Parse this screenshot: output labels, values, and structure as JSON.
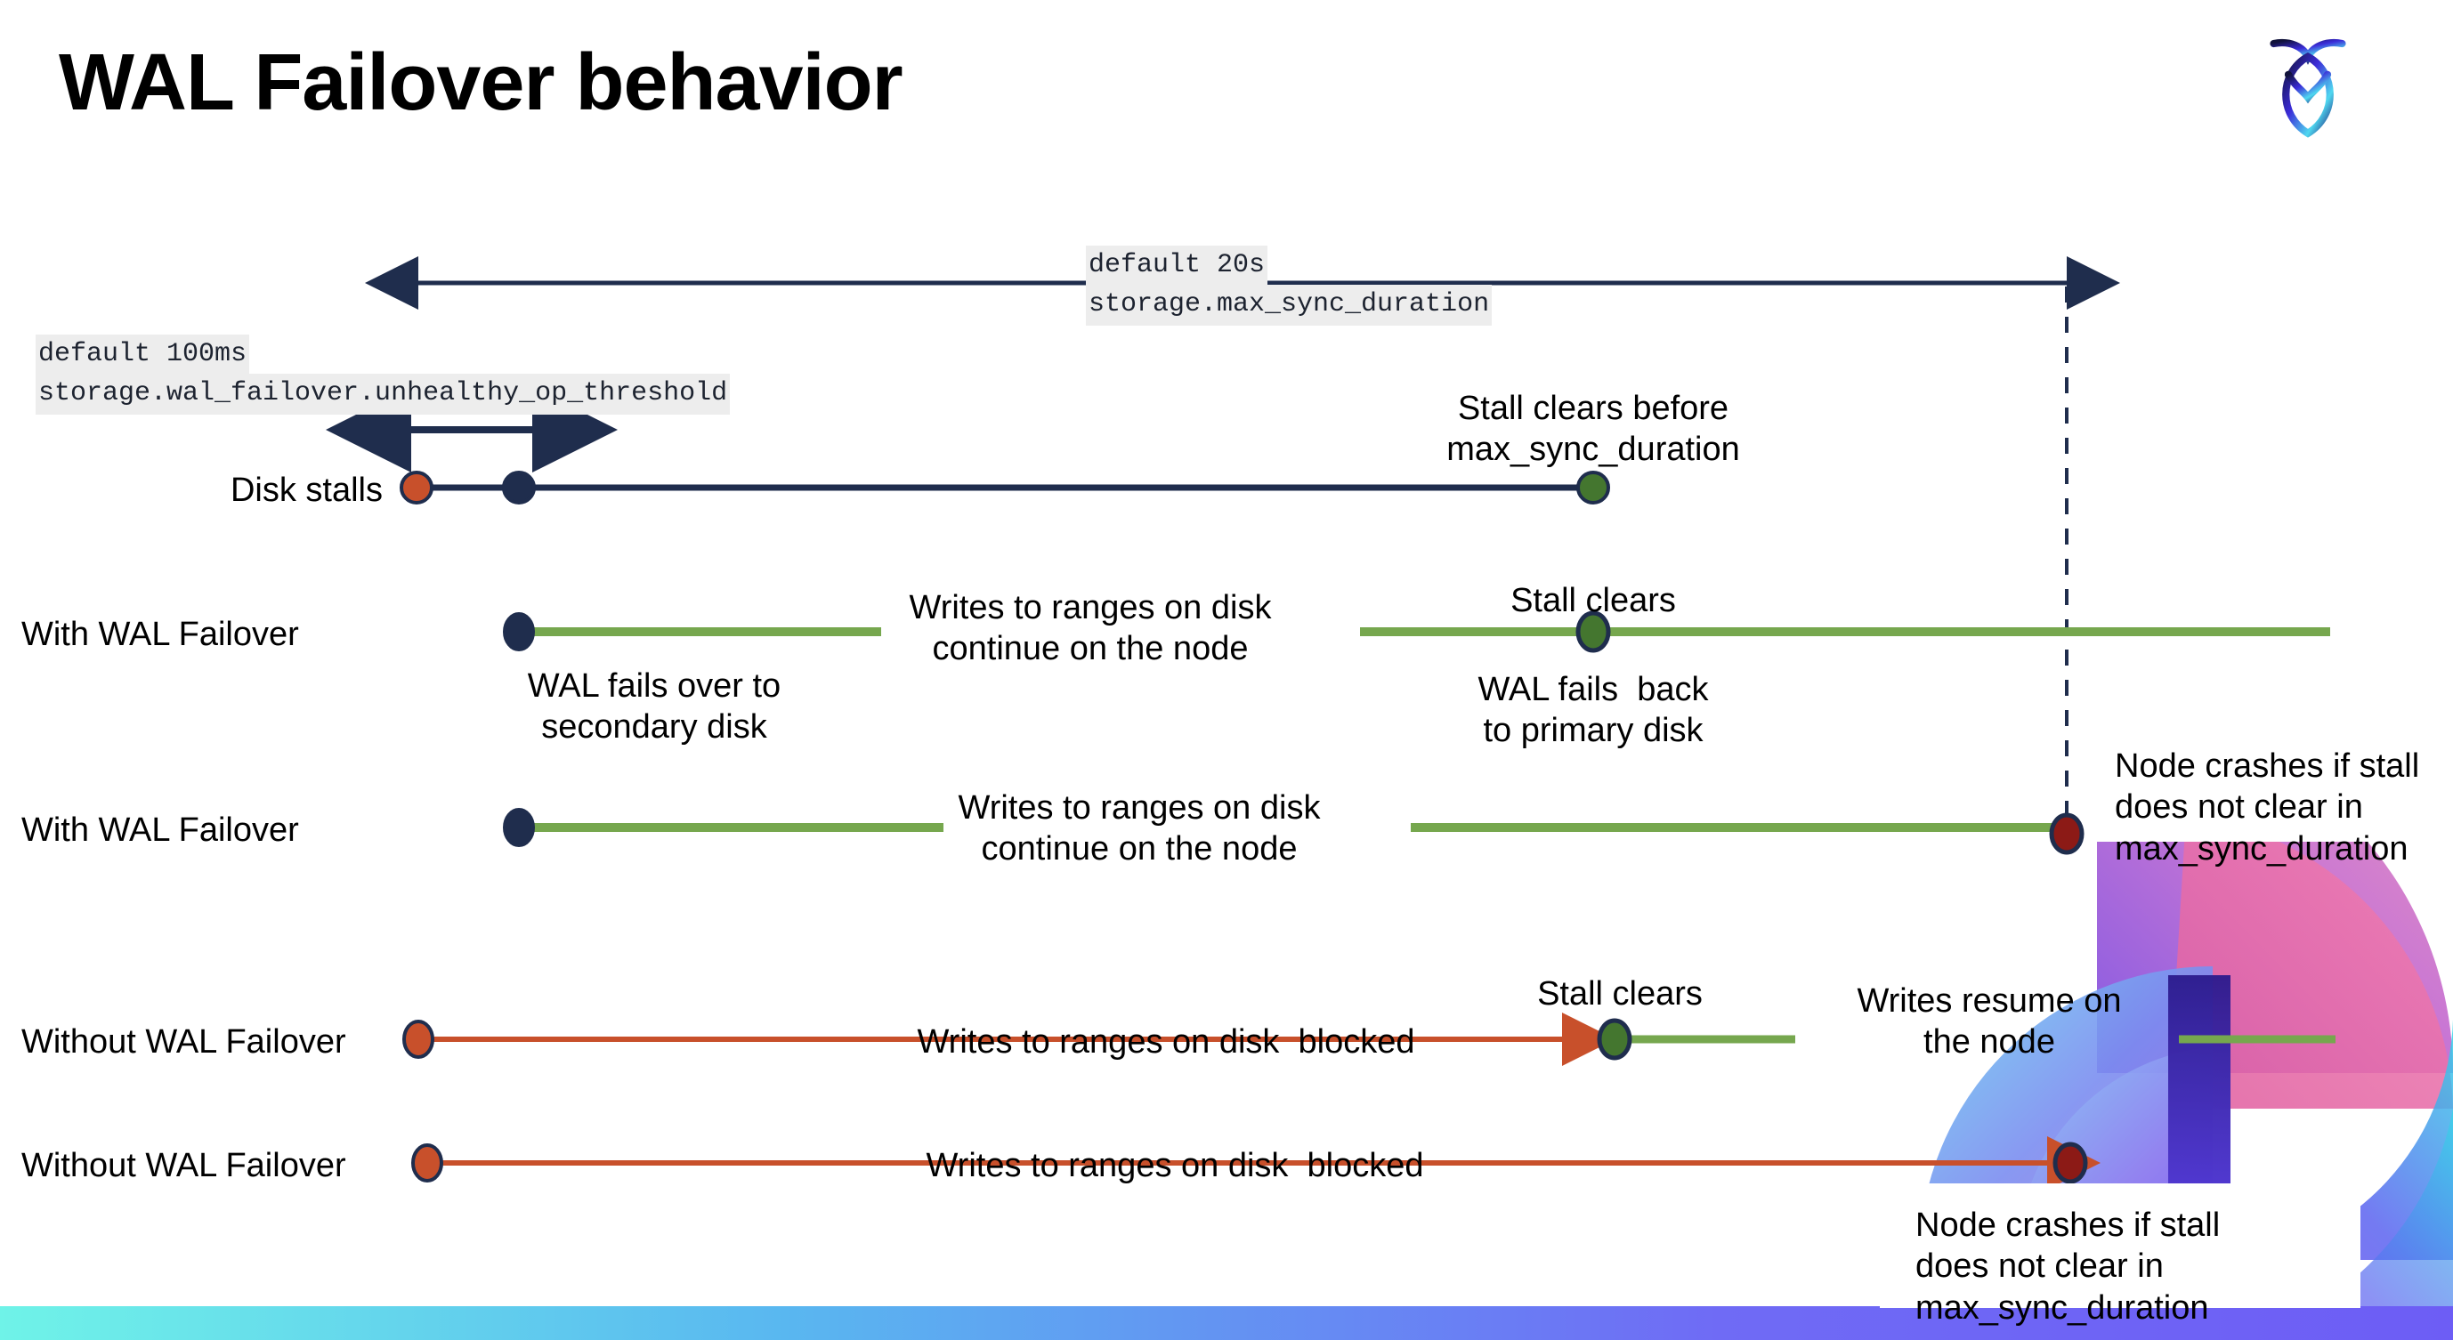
{
  "slide": {
    "title": "WAL Failover behavior",
    "logo_name": "cockroachdb-logo"
  },
  "colors": {
    "navy": "#1f2d4d",
    "green": "#76a74e",
    "green_marker": "#44762f",
    "orange": "#c8502b",
    "dark_red": "#8c1a16",
    "code_bg": "#ededed",
    "accent_gradient_start": "#6ff3e8",
    "accent_gradient_end": "#6d5df5"
  },
  "annotations": {
    "max_sync_default": "default 20s",
    "max_sync_setting": "storage.max_sync_duration",
    "unhealthy_default": "default 100ms",
    "unhealthy_setting": "storage.wal_failover.unhealthy_op_threshold"
  },
  "rows": [
    {
      "id": "disk-stalls",
      "label": "Disk stalls",
      "notes": [
        "Stall clears before\nmax_sync_duration"
      ]
    },
    {
      "id": "with-wal-failover-1",
      "label": "With WAL Failover",
      "notes": [
        "Writes to ranges on disk\ncontinue on the node",
        "Stall clears",
        "WAL fails over to\nsecondary disk",
        "WAL fails  back\nto primary disk"
      ]
    },
    {
      "id": "with-wal-failover-2",
      "label": "With WAL Failover",
      "notes": [
        "Writes to ranges on disk\ncontinue on the node",
        "Node crashes if stall\ndoes not clear in\nmax_sync_duration"
      ]
    },
    {
      "id": "without-wal-failover-1",
      "label": "Without WAL Failover",
      "notes": [
        "Writes to ranges on disk  blocked",
        "Stall clears",
        "Writes resume on\nthe node"
      ]
    },
    {
      "id": "without-wal-failover-2",
      "label": "Without WAL Failover",
      "notes": [
        "Writes to ranges on disk  blocked",
        "Node crashes if stall\ndoes not clear in\nmax_sync_duration"
      ]
    }
  ],
  "texts": {
    "disk_stalls": "Disk stalls",
    "with_wal_failover_1": "With WAL Failover",
    "with_wal_failover_2": "With WAL Failover",
    "without_wal_failover_1": "Without WAL Failover",
    "without_wal_failover_2": "Without WAL Failover",
    "stall_clears_before": "Stall clears before\nmax_sync_duration",
    "writes_continue_1": "Writes to ranges on disk\ncontinue on the node",
    "stall_clears_1": "Stall clears",
    "wal_fails_over": "WAL fails over to\nsecondary disk",
    "wal_fails_back": "WAL fails  back\nto primary disk",
    "writes_continue_2": "Writes to ranges on disk\ncontinue on the node",
    "node_crashes_1": "Node crashes if stall\ndoes not clear in\nmax_sync_duration",
    "writes_blocked_1": "Writes to ranges on disk  blocked",
    "stall_clears_2": "Stall clears",
    "writes_resume": "Writes resume on\nthe node",
    "writes_blocked_2": "Writes to ranges on disk  blocked",
    "node_crashes_2": "Node crashes if stall\ndoes not clear in\nmax_sync_duration"
  }
}
